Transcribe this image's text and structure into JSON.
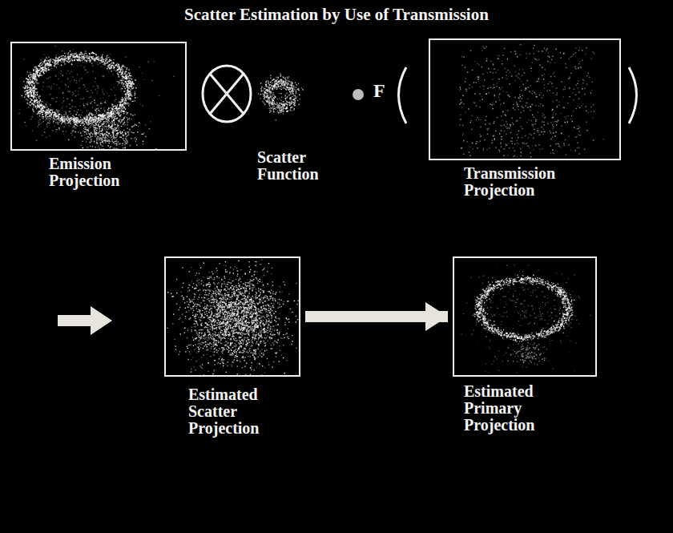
{
  "diagram": {
    "title": "Scatter Estimation by Use of Transmission",
    "nodes": [
      {
        "text": [
          "Emission Projection"
        ]
      },
      {
        "text": [
          "Scatter Function"
        ]
      },
      {
        "text": [
          "Transmission Projection"
        ]
      },
      {
        "text": [
          "Estimated Scatter Projection"
        ]
      },
      {
        "text": [
          "Estimated Primary Projection"
        ]
      }
    ],
    "edges": [
      {
        "from": 3,
        "to": 4,
        "arrow": "to"
      }
    ],
    "labels": [
      "F"
    ]
  }
}
